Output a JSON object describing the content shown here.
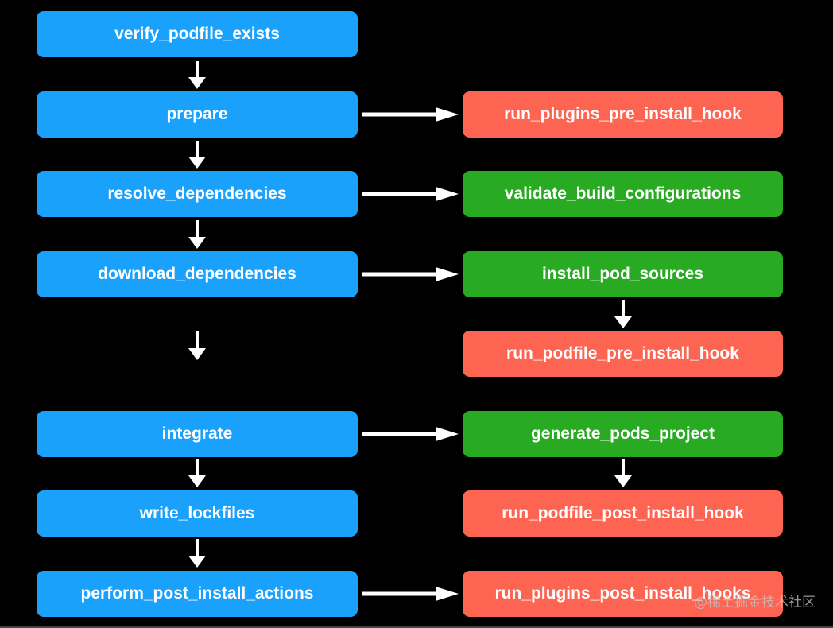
{
  "colors": {
    "background": "#000000",
    "blue": "#1aa1fb",
    "red": "#fd6452",
    "green": "#28aa22",
    "arrow": "#ffffff"
  },
  "main_flow": {
    "verify_podfile_exists": "verify_podfile_exists",
    "prepare": "prepare",
    "resolve_dependencies": "resolve_dependencies",
    "download_dependencies": "download_dependencies",
    "integrate": "integrate",
    "write_lockfiles": "write_lockfiles",
    "perform_post_install_actions": "perform_post_install_actions"
  },
  "side_flow": {
    "run_plugins_pre_install_hook": "run_plugins_pre_install_hook",
    "validate_build_configurations": "validate_build_configurations",
    "install_pod_sources": "install_pod_sources",
    "run_podfile_pre_install_hook": "run_podfile_pre_install_hook",
    "generate_pods_project": "generate_pods_project",
    "run_podfile_post_install_hook": "run_podfile_post_install_hook",
    "run_plugins_post_install_hooks": "run_plugins_post_install_hooks"
  },
  "watermark": "@稀土掘金技术社区"
}
